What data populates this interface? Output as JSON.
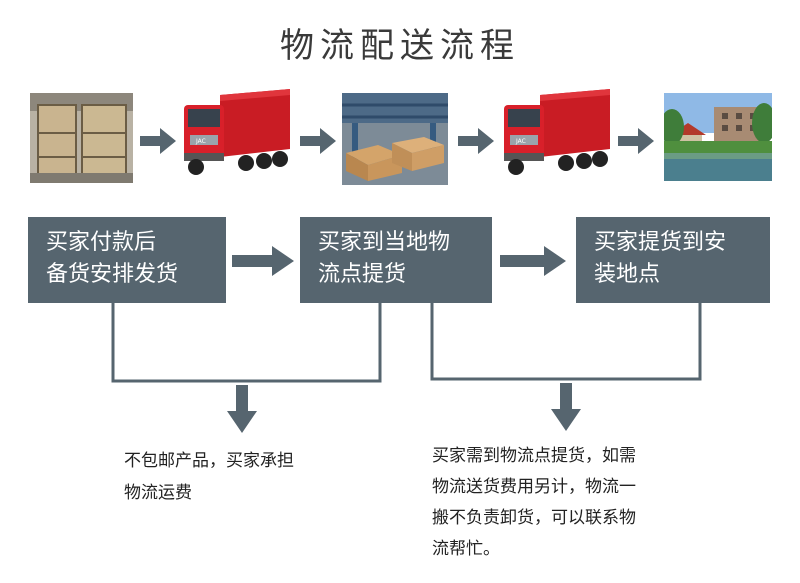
{
  "title": "物流配送流程",
  "steps": [
    {
      "text_line1": "买家付款后",
      "text_line2": "备货安排发货"
    },
    {
      "text_line1": "买家到当地物",
      "text_line2": "流点提货"
    },
    {
      "text_line1": "买家提货到安",
      "text_line2": "装地点"
    }
  ],
  "notes": [
    {
      "line1": "不包邮产品，买家承担",
      "line2": "物流运费"
    },
    {
      "line1": "买家需到物流点提货，如需",
      "line2": "物流送货费用另计，物流一",
      "line3": "搬不负责卸货，可以联系物",
      "line4": "流帮忙。"
    }
  ],
  "photos": [
    "packaged-goods-photo",
    "red-truck-photo",
    "warehouse-boxes-photo",
    "red-truck-photo",
    "scenic-building-photo"
  ],
  "colors": {
    "box": "#56656f",
    "arrow": "#56656f",
    "line": "#56656f",
    "truck": "#d8202a"
  }
}
